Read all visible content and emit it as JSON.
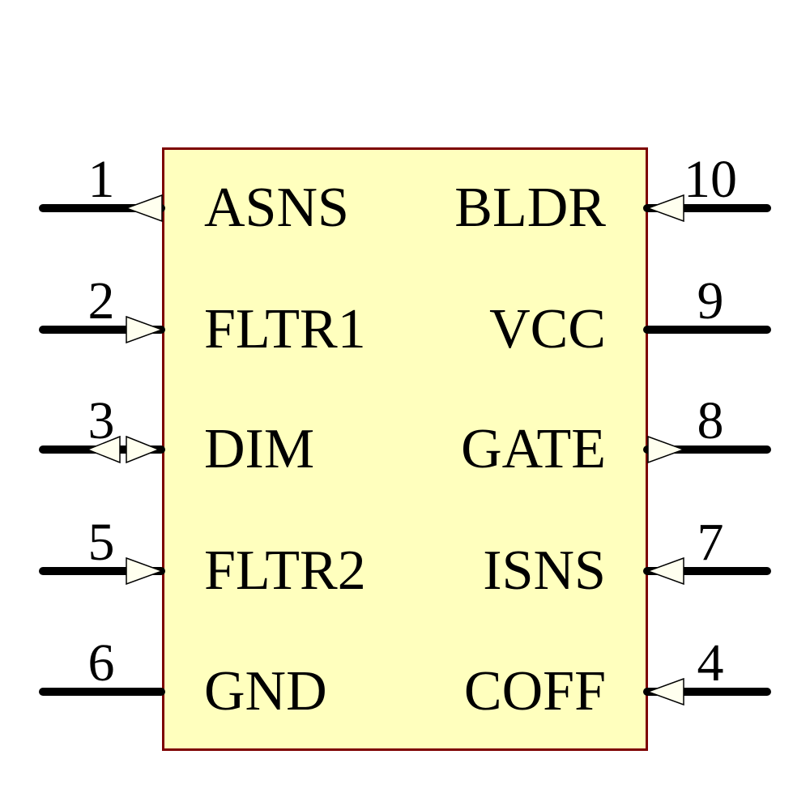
{
  "component": {
    "type": "ic-schematic-symbol",
    "colors": {
      "background": "#FFFFFF",
      "body_fill": "#FFFFBE",
      "body_border": "#7D0000",
      "wire": "#000000",
      "arrow_fill": "#FFFFEF",
      "text": "#000000"
    },
    "pins": {
      "left": [
        {
          "number": "1",
          "label": "ASNS",
          "arrow": "points-left"
        },
        {
          "number": "2",
          "label": "FLTR1",
          "arrow": "points-right"
        },
        {
          "number": "3",
          "label": "DIM",
          "arrow": "bidirectional"
        },
        {
          "number": "5",
          "label": "FLTR2",
          "arrow": "points-right"
        },
        {
          "number": "6",
          "label": "GND",
          "arrow": "none"
        }
      ],
      "right": [
        {
          "number": "10",
          "label": "BLDR",
          "arrow": "points-left"
        },
        {
          "number": "9",
          "label": "VCC",
          "arrow": "none"
        },
        {
          "number": "8",
          "label": "GATE",
          "arrow": "points-right"
        },
        {
          "number": "7",
          "label": "ISNS",
          "arrow": "points-left"
        },
        {
          "number": "4",
          "label": "COFF",
          "arrow": "points-left"
        }
      ]
    }
  }
}
